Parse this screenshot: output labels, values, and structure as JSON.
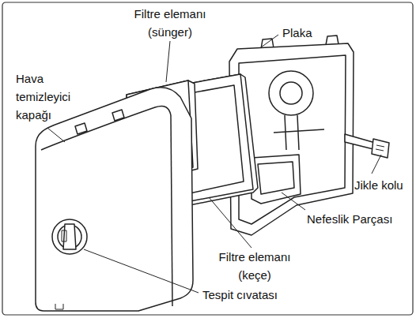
{
  "diagram": {
    "labels": [
      "Filtre elemanı (sünger)",
      "Plaka",
      "Hava temizleyici kapağı",
      "Jikle kolu",
      "Nefeslik Parçası",
      "Filtre elemanı (keçe)",
      "Tespit cıvatası"
    ]
  }
}
